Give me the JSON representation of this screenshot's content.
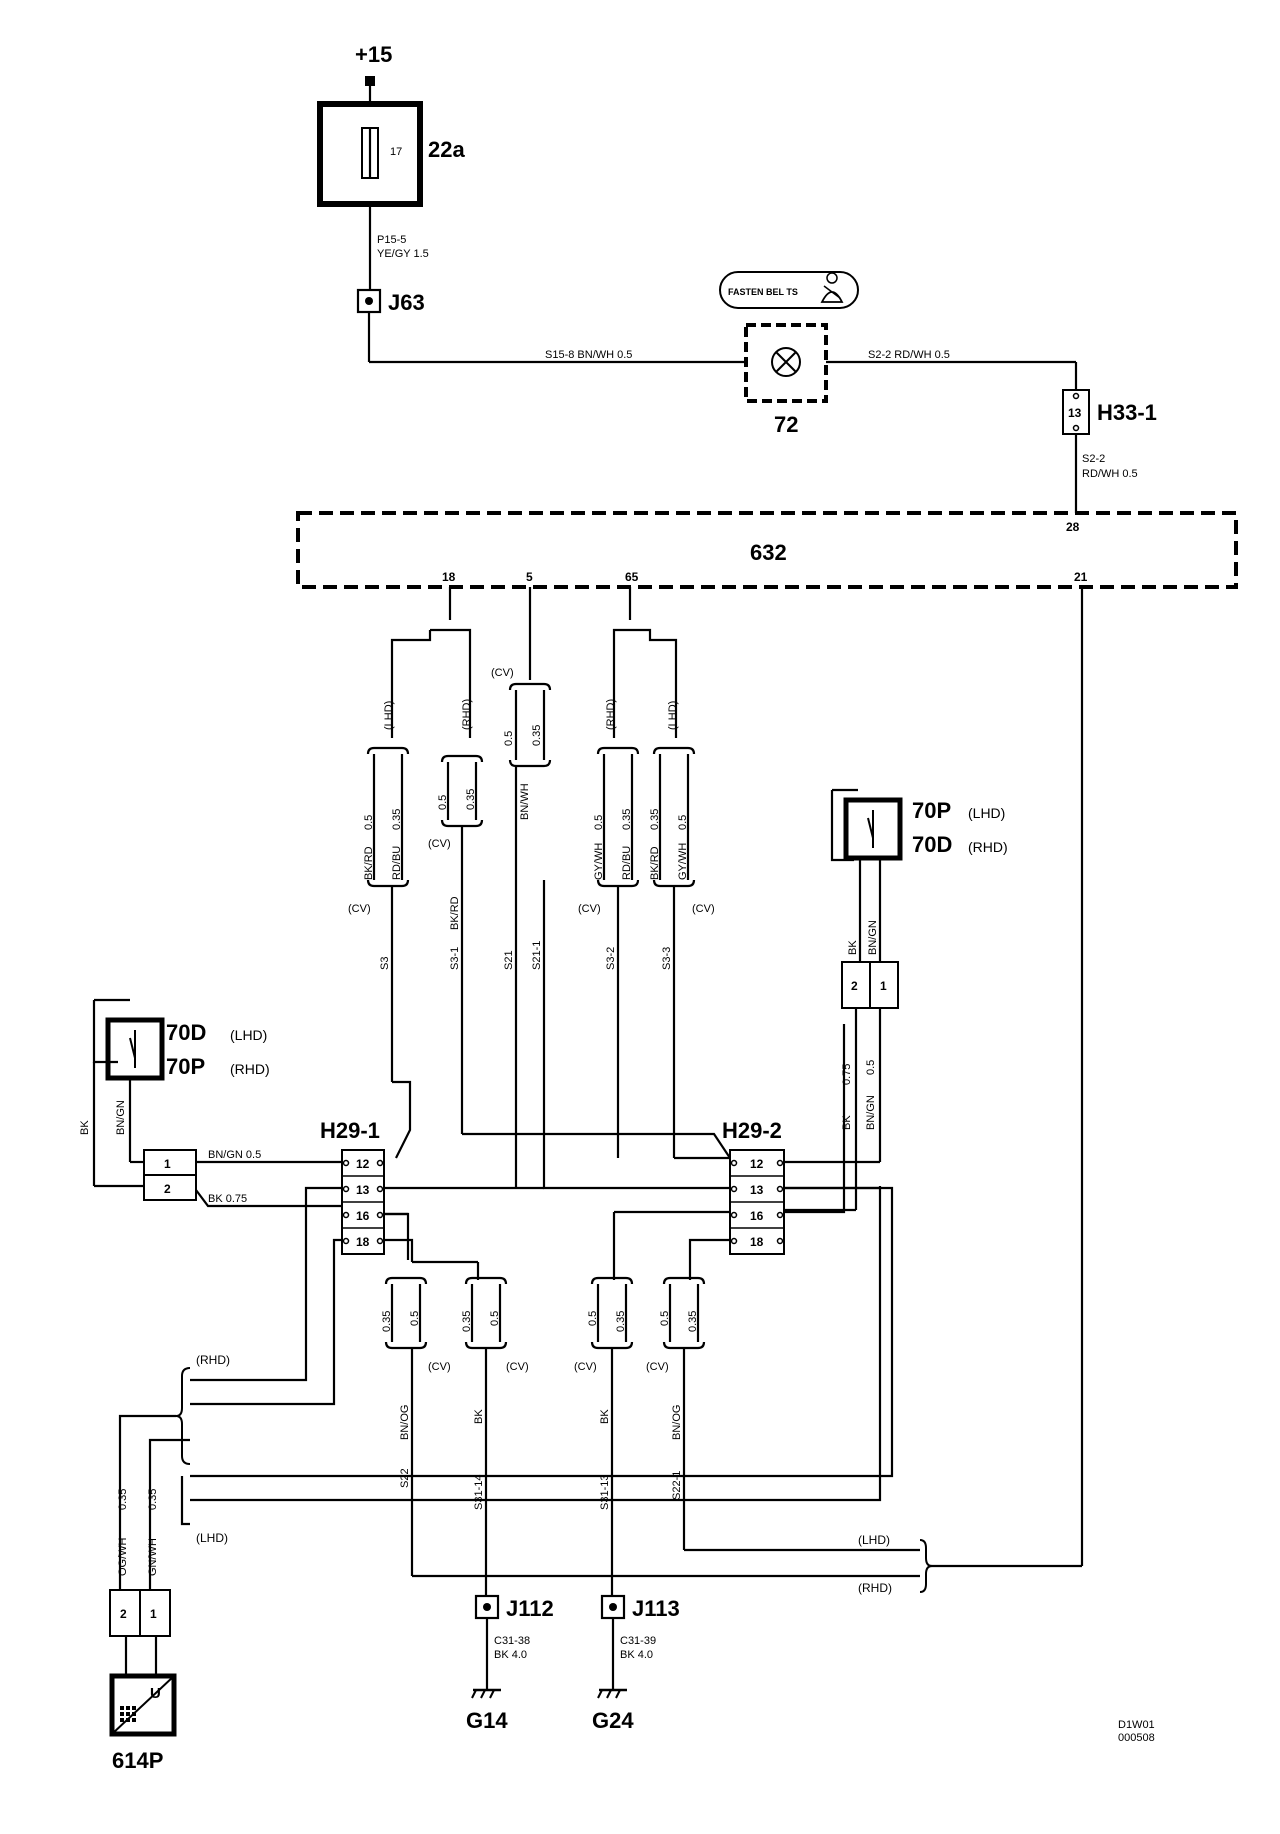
{
  "supply": {
    "label": "+15"
  },
  "fuse": {
    "ref": "22a",
    "number": "17"
  },
  "wires": {
    "p15_5": "P15-5",
    "p15_5_spec": "YE/GY   1.5",
    "s15_8": "S15-8   BN/WH   0.5",
    "s2_2_top": "S2-2    RD/WH   0.5",
    "s2_2_side_a": "S2-2",
    "s2_2_side_b": "RD/WH   0.5"
  },
  "splices": {
    "j63": "J63",
    "j112": "J112",
    "j113": "J113"
  },
  "lamp": {
    "ref": "72",
    "indicator": "FASTEN BEL TS"
  },
  "h33": {
    "ref": "H33-1",
    "pin": "13"
  },
  "module": {
    "ref": "632",
    "pins": [
      "28",
      "21",
      "18",
      "5",
      "65"
    ]
  },
  "variants": {
    "lhd": "(LHD)",
    "rhd": "(RHD)",
    "cv": "(CV)"
  },
  "gauges": {
    "g05": "0.5",
    "g035": "0.35",
    "g075": "0.75",
    "g40": "4.0"
  },
  "colors": {
    "bk_rd": "BK/RD",
    "rd_bu": "RD/BU",
    "bn_wh": "BN/WH",
    "gy_wh": "GY/WH",
    "bk": "BK",
    "bn_gn": "BN/GN",
    "bn_og": "BN/OG",
    "og_wh": "OG/WH",
    "gn_wh": "GN/WH"
  },
  "wire_ids": {
    "s3": "S3",
    "s3_1": "S3-1",
    "s21": "S21",
    "s21_1": "S21-1",
    "s3_2": "S3-2",
    "s3_3": "S3-3",
    "s22": "S22",
    "s31_14": "S31-14",
    "s31_13": "S31-13",
    "s22_1": "S22-1"
  },
  "switch_right": {
    "line1": "70P",
    "line1_var": "(LHD)",
    "line2": "70D",
    "line2_var": "(RHD)"
  },
  "switch_left": {
    "line1": "70D",
    "line1_var": "(LHD)",
    "line2": "70P",
    "line2_var": "(RHD)"
  },
  "connectors": {
    "h29_1": {
      "ref": "H29-1",
      "pins": [
        "12",
        "13",
        "16",
        "18"
      ]
    },
    "h29_2": {
      "ref": "H29-2",
      "pins": [
        "12",
        "13",
        "16",
        "18"
      ]
    }
  },
  "small_conn": {
    "pin1": "1",
    "pin2": "2"
  },
  "grounds": {
    "g14": "G14",
    "g24": "G24",
    "c31_38": "C31-38",
    "c31_39": "C31-39",
    "spec": "BK   4.0"
  },
  "sensor": {
    "ref": "614P",
    "symbol": "U"
  },
  "drawing_id": {
    "line1": "D1W01",
    "line2": "000508"
  },
  "inline_labels": {
    "bngn_05": "BN/GN   0.5",
    "bk_075": "BK     0.75"
  }
}
